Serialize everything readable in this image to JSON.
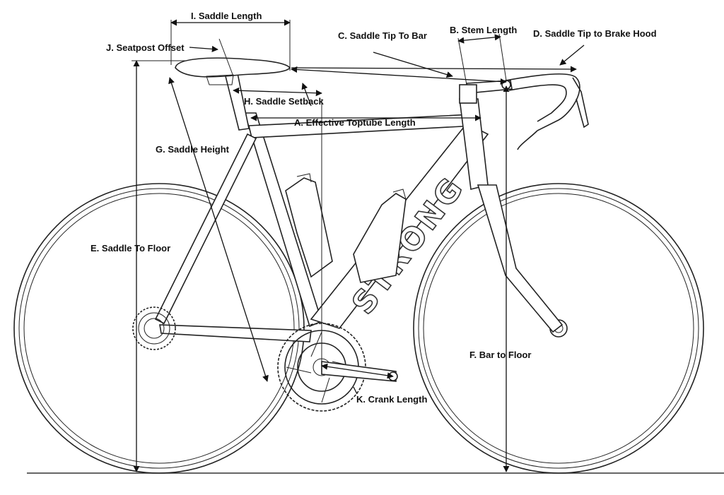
{
  "labels": {
    "saddle_length": "I. Saddle Length",
    "seatpost_offset": "J.  Seatpost Offset",
    "saddle_tip_to_bar": "C.  Saddle Tip To Bar",
    "stem_length": "B. Stem Length",
    "saddle_tip_to_brake_hood": "D. Saddle Tip to Brake Hood",
    "saddle_setback": "H. Saddle Setback",
    "effective_toptube_length": "A. Effective Toptube Length",
    "saddle_height": "G. Saddle Height",
    "saddle_to_floor": "E. Saddle To Floor",
    "bar_to_floor": "F. Bar to Floor",
    "crank_length": "K. Crank Length"
  },
  "frame": {
    "brand": "STRONG"
  },
  "colors": {
    "line": "#222222",
    "background": "#ffffff"
  }
}
